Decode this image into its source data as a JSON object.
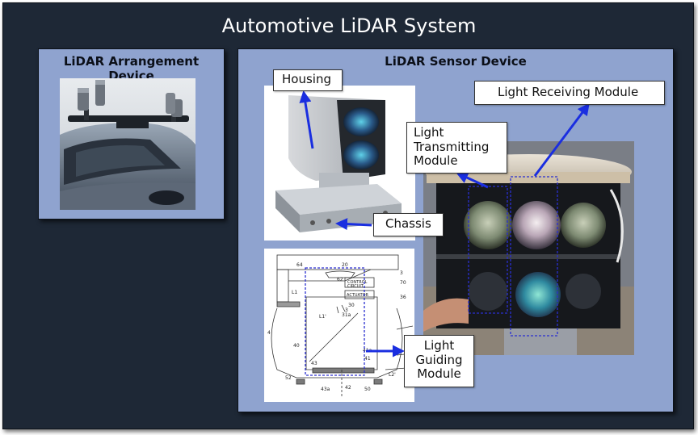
{
  "title": "Automotive LiDAR System",
  "panels": {
    "arrangement": {
      "title": "LiDAR Arrangement Device"
    },
    "sensor": {
      "title": "LiDAR Sensor Device"
    }
  },
  "labels": {
    "housing": "Housing",
    "chassis": "Chassis",
    "light_receiving": "Light Receiving Module",
    "light_transmitting": "Light\nTransmitting\nModule",
    "light_guiding": "Light\nGuiding\nModule"
  },
  "drawing_callouts": {
    "ref_64": "64",
    "ref_20": "20",
    "ref_62": "62",
    "ref_3": "3",
    "control_circuit": "CONTROL\nCIRCUIT",
    "ref_70": "70",
    "actuator": "ACTUATOR",
    "ref_36": "36",
    "ref_30": "30",
    "ref_3_2": "3",
    "ref_31a": "31a",
    "ref_l1": "L1",
    "ref_l1p": "L1'",
    "ref_4": "4",
    "ref_40": "40",
    "ref_41a": "41a",
    "ref_41": "41",
    "ref_43": "43",
    "ref_52": "52",
    "ref_42": "42",
    "ref_43a": "43a",
    "ref_50": "50",
    "ref_l2p": "L2'"
  },
  "colors": {
    "background": "#1e2836",
    "panel": "#8fa3cf",
    "arrow": "#1a2ee0",
    "dashed_box": "#2a2fd0"
  },
  "icons": [
    "arrow-housing",
    "arrow-chassis",
    "arrow-light-receiving",
    "arrow-light-transmitting",
    "arrow-light-guiding"
  ]
}
